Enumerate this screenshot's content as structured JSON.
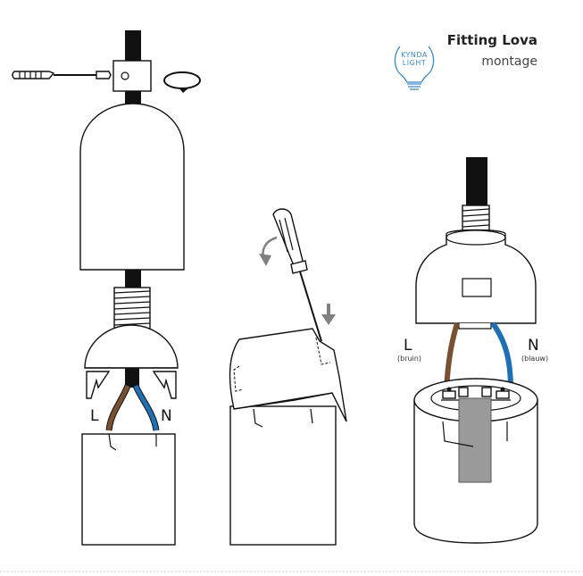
{
  "header": {
    "title": "Fitting Lova",
    "subtitle": "montage"
  },
  "logo": {
    "line1": "KYNDA",
    "line2": "LIGHT",
    "icon": "lightbulb-icon"
  },
  "labels": {
    "live_left": "L",
    "neutral_left": "N",
    "live_right": "L",
    "live_right_color": "(bruin)",
    "neutral_right": "N",
    "neutral_right_color": "(blauw)"
  },
  "colors": {
    "brown_wire": "#7a5032",
    "blue_wire": "#1f6fb4",
    "logo_blue": "#3a89c9",
    "cable": "#111111",
    "gray_tube": "#9a9a9a"
  }
}
